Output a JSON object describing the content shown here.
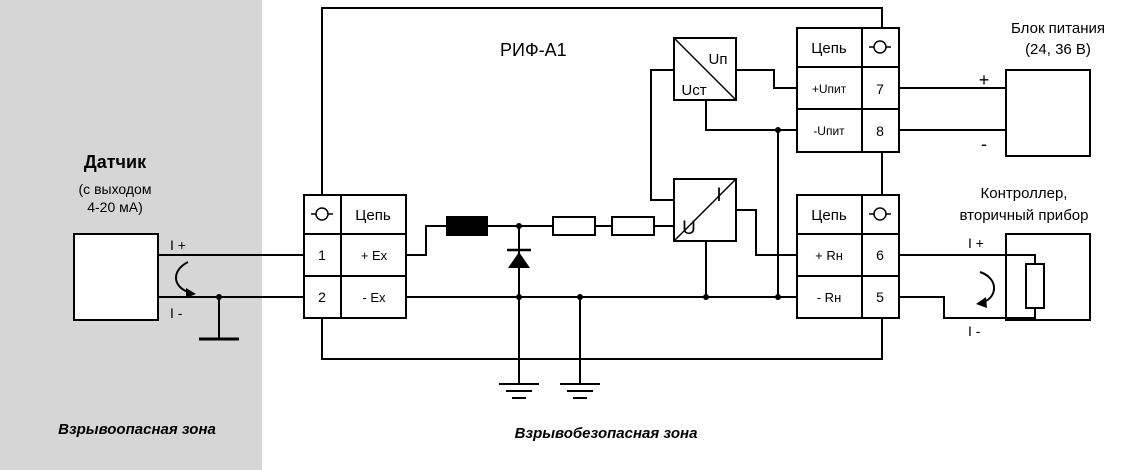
{
  "zones": {
    "hazardous": "Взрывоопасная зона",
    "safe": "Взрывобезопасная зона"
  },
  "sensor": {
    "title": "Датчик",
    "subtitle_line1": "(с выходом",
    "subtitle_line2": "4-20 мА)",
    "i_plus": "I +",
    "i_minus": "I -"
  },
  "barrier": {
    "title": "РИФ-А1"
  },
  "left_terminal": {
    "header": "Цепь",
    "rows": [
      {
        "num": "1",
        "label": "+ Ex"
      },
      {
        "num": "2",
        "label": "- Ex"
      }
    ]
  },
  "power_terminal": {
    "header": "Цепь",
    "rows": [
      {
        "label": "+Uпит",
        "num": "7"
      },
      {
        "label": "-Uпит",
        "num": "8"
      }
    ]
  },
  "output_terminal": {
    "header": "Цепь",
    "rows": [
      {
        "label": "+ Rн",
        "num": "6"
      },
      {
        "label": "- Rн",
        "num": "5"
      }
    ]
  },
  "dcdc": {
    "out": "Uп",
    "in": "Uст"
  },
  "converter": {
    "u": "U",
    "i": "I"
  },
  "psu": {
    "title_line1": "Блок питания",
    "title_line2": "(24, 36 В)",
    "plus": "+",
    "minus": "-"
  },
  "controller": {
    "title_line1": "Контроллер,",
    "title_line2": "вторичный прибор",
    "i_plus": "I +",
    "i_minus": "I -"
  },
  "colors": {
    "hazard_zone_bg": "#d6d6d6",
    "line": "#000000"
  }
}
